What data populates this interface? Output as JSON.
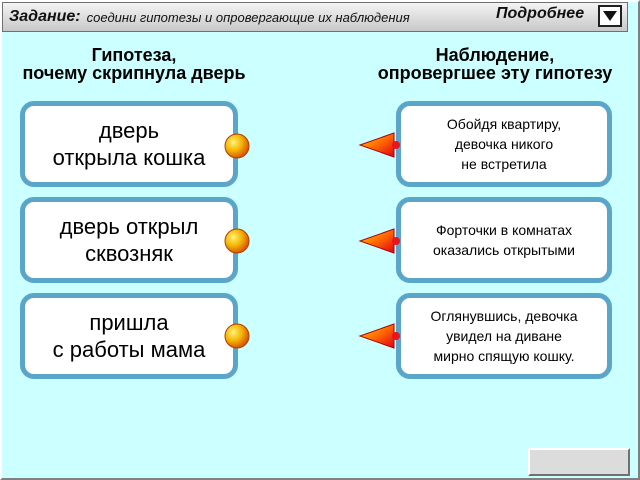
{
  "task_bar": {
    "label": "Задание:",
    "text": "соедини гипотезы и опровергающие их наблюдения",
    "details_label": "Подробнее"
  },
  "headers": {
    "hypothesis": [
      "Гипотеза,",
      "почему скрипнула дверь"
    ],
    "observation": [
      "Наблюдение,",
      "опровергшее эту гипотезу"
    ]
  },
  "hypotheses": [
    {
      "lines": [
        "дверь",
        "открыла кошка"
      ]
    },
    {
      "lines": [
        "дверь открыл",
        "сквозняк"
      ]
    },
    {
      "lines": [
        "пришла",
        "с работы мама"
      ]
    }
  ],
  "observations": [
    {
      "lines": [
        "Обойдя квартиру,",
        "девочка  никого",
        "не встретила"
      ]
    },
    {
      "lines": [
        "Форточки в комнатах",
        "оказались открытыми"
      ]
    },
    {
      "lines": [
        "Оглянувшись, девочка",
        "увидел на диване",
        "мирно спящую кошку."
      ]
    }
  ],
  "icons": {
    "dropdown": "triangle-down-icon",
    "hypothesis_connector": "orange-circle-icon",
    "observation_connector": "red-arrow-icon"
  },
  "colors": {
    "background": "#ccffff",
    "box_border": "#5aa5c8",
    "connector_orange": "#f39c12",
    "connector_red": "#e8141e"
  }
}
